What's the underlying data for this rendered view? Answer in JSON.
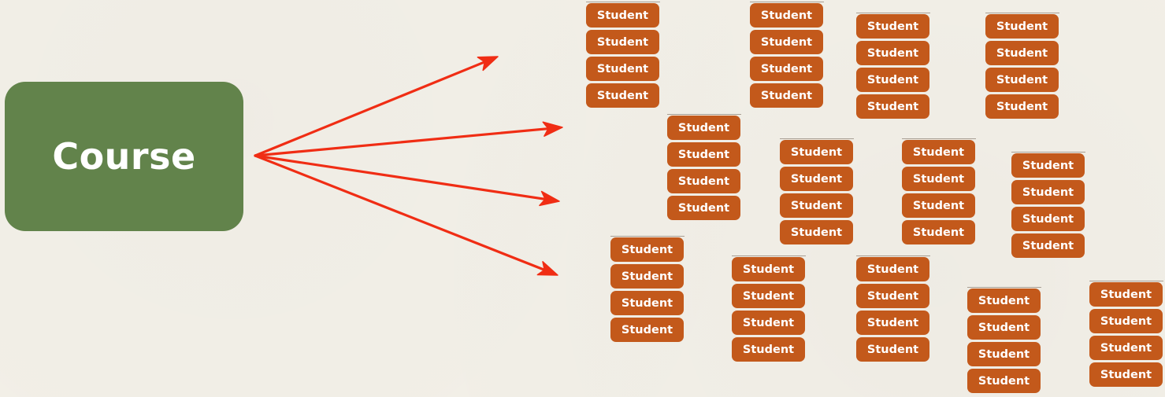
{
  "course": {
    "label": "Course"
  },
  "arrow_color": "#f02d14",
  "student_color": "#c3591b",
  "course_color": "#62834b",
  "student_groups": [
    {
      "students": [
        "Student",
        "Student",
        "Student",
        "Student"
      ]
    },
    {
      "students": [
        "Student",
        "Student",
        "Student",
        "Student"
      ]
    },
    {
      "students": [
        "Student",
        "Student",
        "Student",
        "Student"
      ]
    },
    {
      "students": [
        "Student",
        "Student",
        "Student",
        "Student"
      ]
    },
    {
      "students": [
        "Student",
        "Student",
        "Student",
        "Student"
      ]
    },
    {
      "students": [
        "Student",
        "Student",
        "Student",
        "Student"
      ]
    },
    {
      "students": [
        "Student",
        "Student",
        "Student",
        "Student"
      ]
    },
    {
      "students": [
        "Student",
        "Student",
        "Student",
        "Student"
      ]
    },
    {
      "students": [
        "Student",
        "Student",
        "Student",
        "Student"
      ]
    },
    {
      "students": [
        "Student",
        "Student",
        "Student",
        "Student"
      ]
    },
    {
      "students": [
        "Student",
        "Student",
        "Student",
        "Student"
      ]
    },
    {
      "students": [
        "Student",
        "Student",
        "Student",
        "Student"
      ]
    },
    {
      "students": [
        "Student",
        "Student",
        "Student",
        "Student"
      ]
    }
  ]
}
